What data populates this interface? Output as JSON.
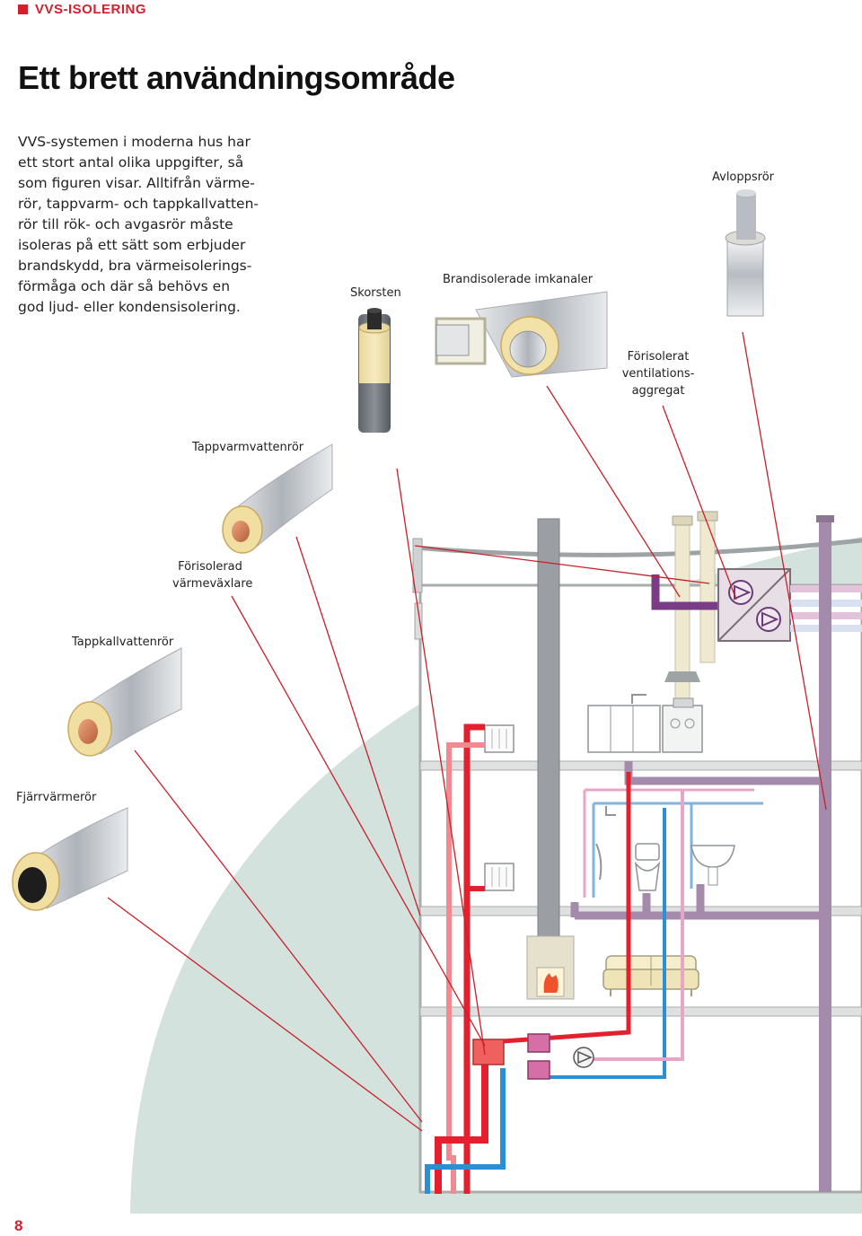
{
  "header": {
    "section_label": "VVS-ISOLERING",
    "accent_color": "#d4202d"
  },
  "title": "Ett brett användningsområde",
  "intro_lines": [
    "VVS-systemen i moderna hus har",
    "ett stort antal olika uppgifter, så",
    "som figuren visar. Alltifrån värme-",
    "rör, tappvarm- och tappkallvatten-",
    "rör till rök- och avgasrör måste",
    "isoleras på ett sätt som erbjuder",
    "brandskydd, bra värmeisolerings-",
    "förmåga och där så behövs en",
    "god ljud- eller kondensisolering."
  ],
  "labels": {
    "skorsten": "Skorsten",
    "imkanaler": "Brandisolerade imkanaler",
    "avloppsror": "Avloppsrör",
    "ventilation_1": "Förisolerat",
    "ventilation_2": "ventilations-",
    "ventilation_3": "aggregat",
    "tappvarm": "Tappvarmvattenrör",
    "varmevaxlare_1": "Förisolerad",
    "varmevaxlare_2": "värmeväxlare",
    "tappkall": "Tappkallvattenrör",
    "fjarrvarme": "Fjärrvärmerör"
  },
  "page_number": "8",
  "colors": {
    "background_arc": "#d3e2dc",
    "hot_pipe": "#e4202e",
    "cold_pipe": "#2b8fd4",
    "waste_pipe": "#a48bab",
    "vent_pipe": "#7a3c86",
    "insulation": "#f2e1a8",
    "leader_line": "#c8202a"
  }
}
